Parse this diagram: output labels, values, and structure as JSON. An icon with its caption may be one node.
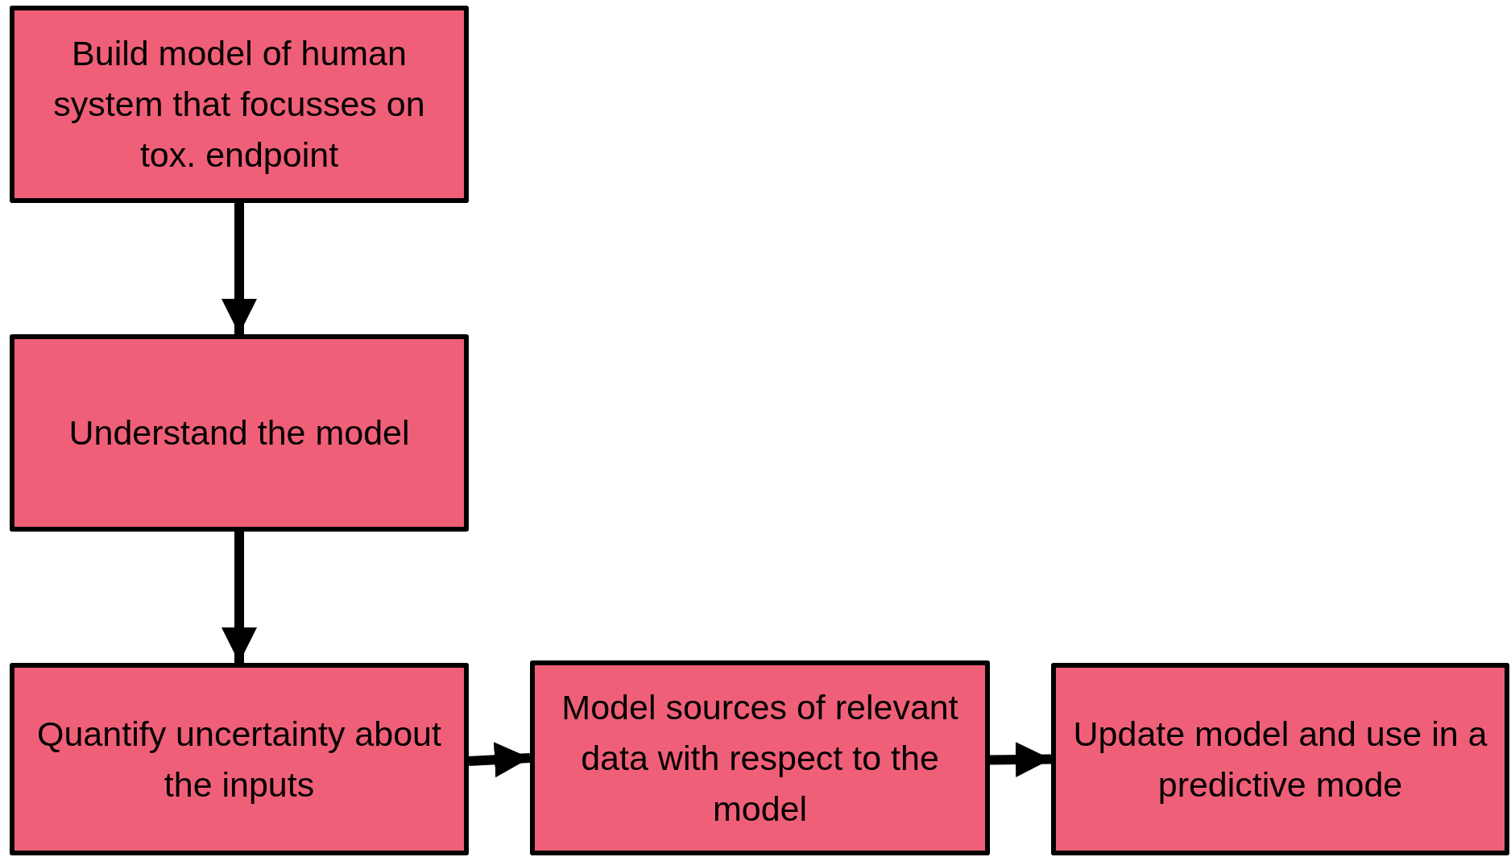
{
  "diagram": {
    "nodes": [
      {
        "text": [
          "Build model of human system that focusses on tox. endpoint"
        ]
      },
      {
        "text": [
          "Understand the model"
        ]
      },
      {
        "text": [
          "Quantify uncertainty about the inputs"
        ]
      },
      {
        "text": [
          "Model sources of relevant data with respect to the model"
        ]
      },
      {
        "text": [
          "Update model and use in a predictive mode"
        ]
      }
    ],
    "edges": [
      {
        "from": 0,
        "to": 1,
        "arrow": "to"
      },
      {
        "from": 1,
        "to": 2,
        "arrow": "to"
      },
      {
        "from": 2,
        "to": 3,
        "arrow": "to"
      },
      {
        "from": 3,
        "to": 4,
        "arrow": "to"
      }
    ]
  }
}
